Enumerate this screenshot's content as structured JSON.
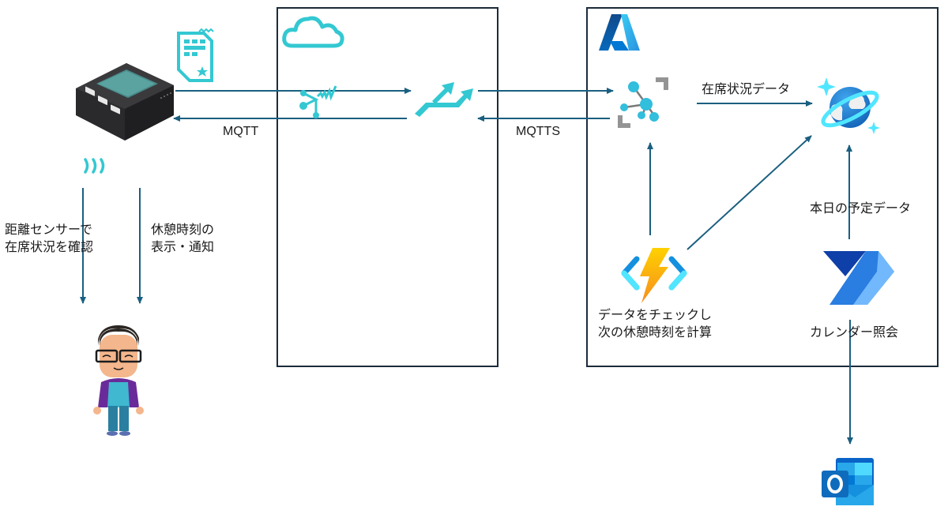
{
  "diagram": {
    "title": "",
    "groups": [
      {
        "id": "cloud-box",
        "name": "Cloud"
      },
      {
        "id": "azure-box",
        "name": "Azure"
      }
    ],
    "nodes": {
      "device": {
        "icon": "m5stack-device-icon"
      },
      "sim": {
        "icon": "sim-card-icon"
      },
      "sensor": {
        "icon": "distance-sensor-waves-icon"
      },
      "user": {
        "icon": "user-avatar-icon"
      },
      "cloud": {
        "icon": "cloud-icon"
      },
      "soracom": {
        "icon": "soracom-gateway-icon"
      },
      "beam": {
        "icon": "soracom-beam-icon"
      },
      "azure_logo": {
        "icon": "azure-logo-icon"
      },
      "iot_hub": {
        "icon": "azure-iot-hub-icon"
      },
      "cosmos": {
        "icon": "azure-cosmos-db-icon"
      },
      "functions": {
        "icon": "azure-functions-icon",
        "label": "データをチェックし\n次の休憩時刻を計算"
      },
      "power_automate": {
        "icon": "power-automate-icon",
        "label": "カレンダー照会"
      },
      "outlook": {
        "icon": "outlook-icon"
      }
    },
    "edges": {
      "mqtt_label": "MQTT",
      "mqtts_label": "MQTTS",
      "presence_data_label": "在席状況データ",
      "schedule_data_label": "本日の予定データ",
      "sensor_label": "距離センサーで\n在席状況を確認",
      "notify_label": "休憩時刻の\n表示・通知"
    },
    "colors": {
      "line": "#1a5f80",
      "box_border": "#1c2b3a",
      "soracom_teal": "#33c8d2",
      "azure_blue": "#0f78d4"
    }
  }
}
